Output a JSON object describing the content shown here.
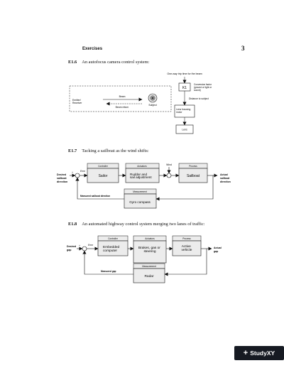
{
  "header": {
    "section": "Exercises",
    "page_number": "3"
  },
  "exercises": [
    {
      "number": "E1.6",
      "text": "An autofocus camera control system:",
      "diagram": {
        "time_label": "One-way trip time for the beam",
        "k1": "K1",
        "conversion": "Conversion factor (ground or light or sound)",
        "emitter": "Emitter/ Receiver",
        "beam": "Beam",
        "beam_return": "Beam return",
        "subject": "Subject",
        "distance": "Distance to subject",
        "lens_focusing": "Lens focusing motor",
        "lens": "Lens"
      }
    },
    {
      "number": "E1.7",
      "text": "Tacking a sailboat as the wind shifts:",
      "diagram": {
        "input": "Desired sailboat direction",
        "error": "Error",
        "controller_cap": "Controller",
        "controller": "Sailor",
        "actuator_cap": "Actuators",
        "actuator": "Rudder and sail adjustment",
        "wind": "Wind",
        "process_cap": "Process",
        "process": "Sailboat",
        "output": "Actual sailboat direction",
        "measure_cap": "Measurement",
        "sensor": "Gyro compass",
        "measured": "Measured sailboat direction",
        "plus": "+",
        "minus": "–"
      }
    },
    {
      "number": "E1.8",
      "text": "An automated highway control system merging two lanes of traffic:",
      "diagram": {
        "input": "Desired gap",
        "error": "Error",
        "controller_cap": "Controller",
        "controller": "Embedded computer",
        "actuator_cap": "Actuators",
        "actuator": "Brakes, gas or steering",
        "process_cap": "Process",
        "process": "Active vehicle",
        "output": "Actual gap",
        "measure_cap": "Measurement",
        "sensor": "Radar",
        "measured": "Measured gap",
        "plus": "+",
        "minus": "–"
      }
    }
  ],
  "watermark": {
    "brand": "StudyXY"
  }
}
